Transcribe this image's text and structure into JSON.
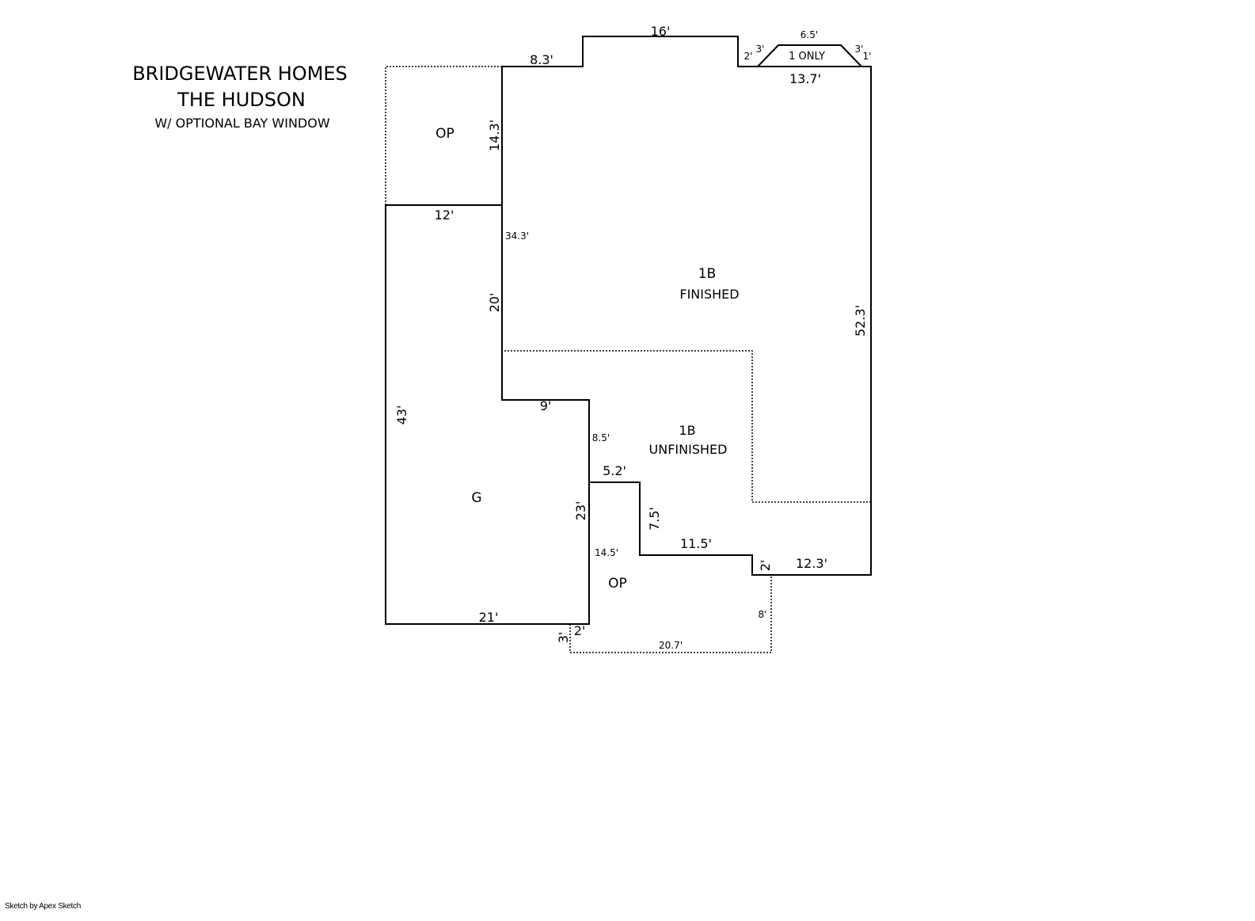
{
  "title": {
    "line1": "BRIDGEWATER HOMES",
    "line2": "THE HUDSON",
    "line3": "W/ OPTIONAL BAY WINDOW"
  },
  "areas": {
    "op_top": "OP",
    "finished_code": "1B",
    "finished_label": "FINISHED",
    "unfinished_code": "1B",
    "unfinished_label": "UNFINISHED",
    "garage": "G",
    "op_bottom": "OP",
    "bay": "1 ONLY"
  },
  "dimensions": {
    "top_left": "8.3'",
    "top_bump": "16'",
    "bay_left_2": "2'",
    "bay_left_3": "3'",
    "bay_top": "6.5'",
    "bay_right_3": "3'",
    "bay_right_1": "1'",
    "top_right": "13.7'",
    "op_side": "14.3'",
    "garage_top": "12'",
    "inner_343": "34.3'",
    "inner_20": "20'",
    "right_side": "52.3'",
    "garage_left": "43'",
    "step_9": "9'",
    "step_85": "8.5'",
    "step_52": "5.2'",
    "garage_right": "23'",
    "step_75": "7.5'",
    "op_145": "14.5'",
    "step_115": "11.5'",
    "step_2": "2'",
    "bottom_right": "12.3'",
    "garage_bottom": "21'",
    "op_8": "8'",
    "op_3": "3'",
    "op_2": "2'",
    "op_bottom": "20.7'"
  },
  "footer": {
    "credit": "Sketch by Apex Sketch"
  }
}
